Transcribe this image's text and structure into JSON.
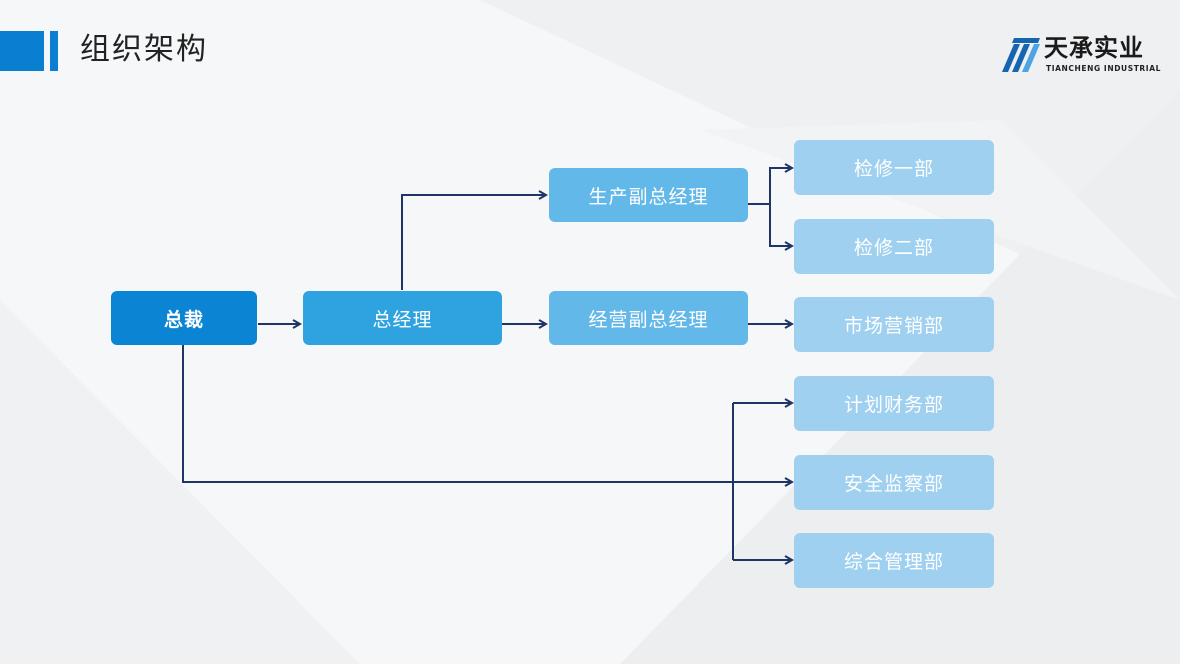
{
  "header": {
    "title": "组织架构"
  },
  "logo": {
    "name": "天承实业",
    "subtitle": "TIANCHENG INDUSTRIAL"
  },
  "org": {
    "president": "总裁",
    "general_manager": "总经理",
    "vp_production": "生产副总经理",
    "vp_operations": "经营副总经理",
    "departments": {
      "maintenance_1": "检修一部",
      "maintenance_2": "检修二部",
      "marketing": "市场营销部",
      "finance": "计划财务部",
      "safety": "安全监察部",
      "general_mgmt": "综合管理部"
    }
  },
  "colors": {
    "accent": "#0a7fd1",
    "president_box": "#0b84d3",
    "gm_box": "#2ea3e0",
    "vp_box": "#62b8e8",
    "dept_box": "#9fd0f0",
    "connector": "#1f3566"
  }
}
